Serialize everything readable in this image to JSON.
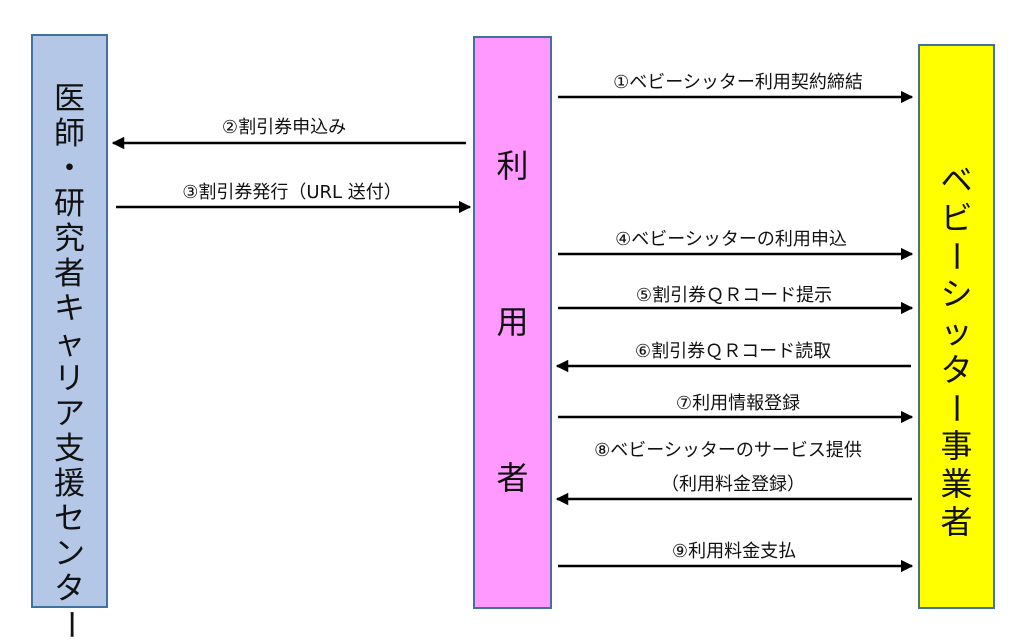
{
  "actors": {
    "center": {
      "name": "医師・研究者キャリア支援センター",
      "fill": "#b4c7e7"
    },
    "user": {
      "name": "利用者",
      "fill": "#ff99ff"
    },
    "provider": {
      "name": "ベビーシッター事業者",
      "fill": "#ffff00"
    }
  },
  "steps": [
    {
      "label": "①ベビーシッター利用契約締結",
      "from": "user",
      "to": "provider"
    },
    {
      "label": "②割引券申込み",
      "from": "user",
      "to": "center"
    },
    {
      "label": "③割引券発行（URL 送付）",
      "from": "center",
      "to": "user"
    },
    {
      "label": "④ベビーシッターの利用申込",
      "from": "user",
      "to": "provider"
    },
    {
      "label": "⑤割引券ＱＲコード提示",
      "from": "user",
      "to": "provider"
    },
    {
      "label": "⑥割引券ＱＲコード読取",
      "from": "provider",
      "to": "user"
    },
    {
      "label": "⑦利用情報登録",
      "from": "user",
      "to": "provider"
    },
    {
      "label": "⑧ベビーシッターのサービス提供",
      "label2": "（利用料金登録）",
      "from": "provider",
      "to": "user"
    },
    {
      "label": "⑨利用料金支払",
      "from": "user",
      "to": "provider"
    }
  ]
}
